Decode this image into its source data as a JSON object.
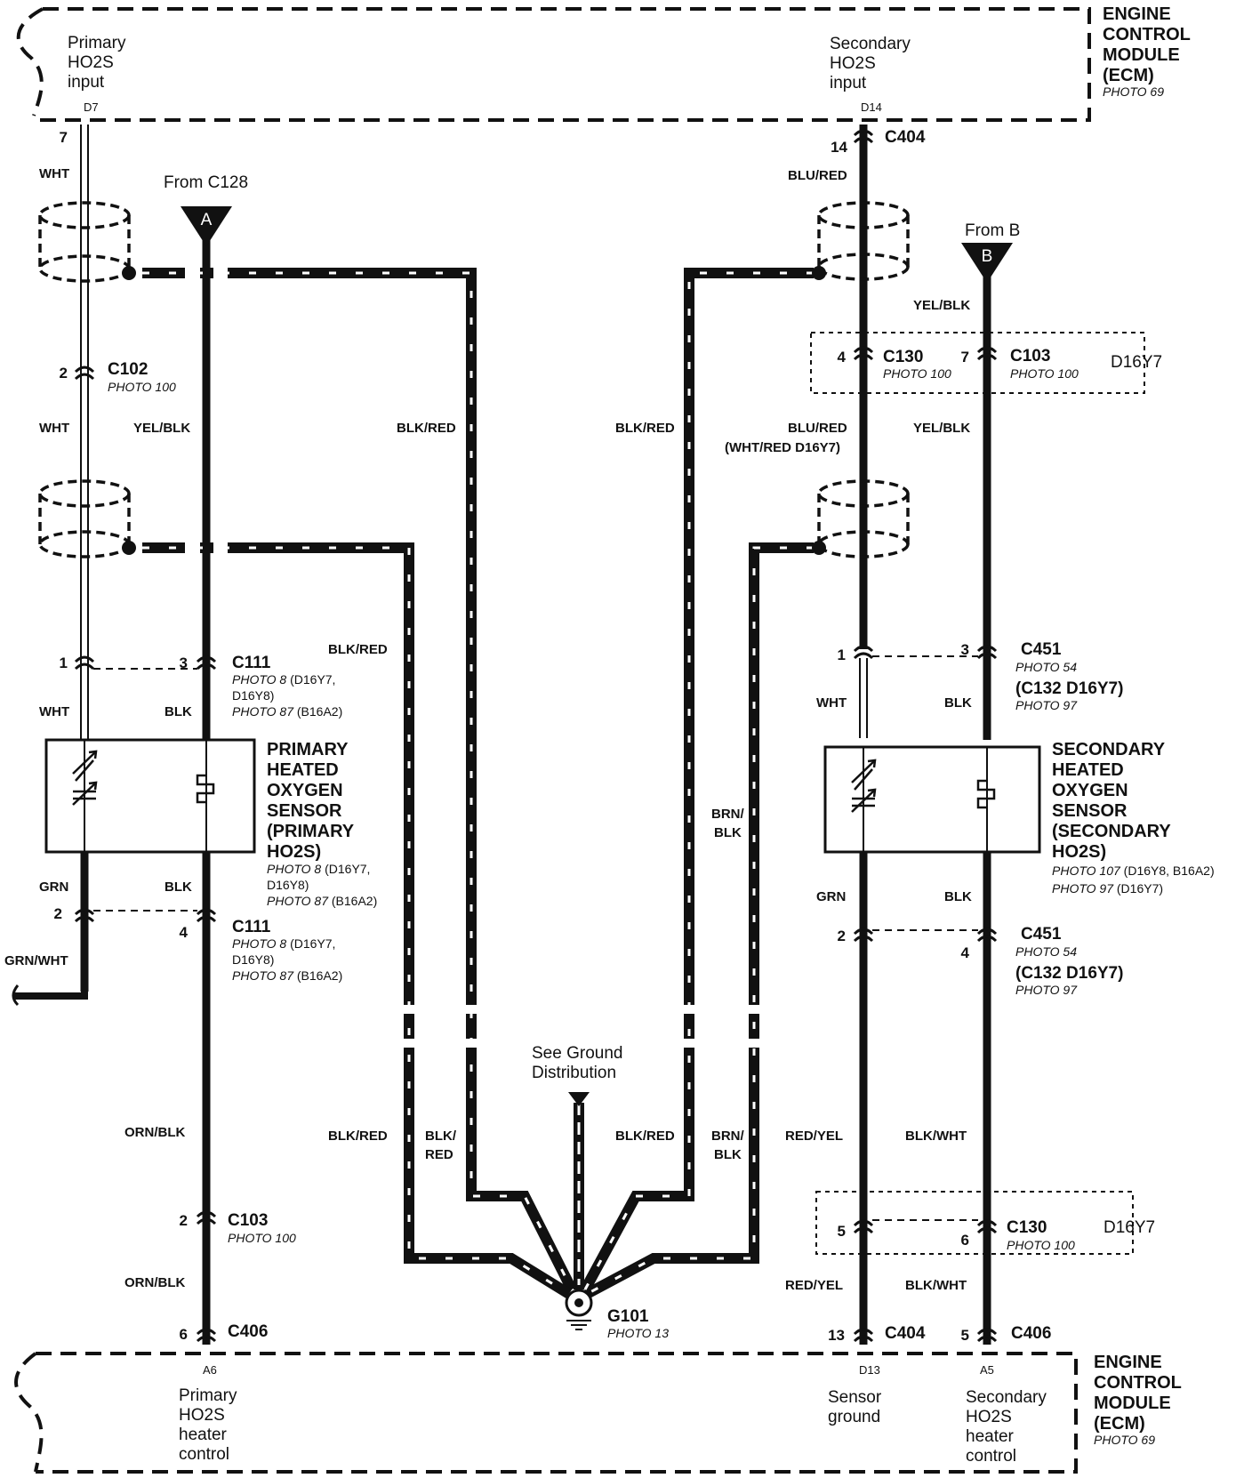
{
  "ecm_top": {
    "title": [
      "ENGINE",
      "CONTROL",
      "MODULE",
      "(ECM)"
    ],
    "photo": "PHOTO 69",
    "primary_input": [
      "Primary",
      "HO2S",
      "input"
    ],
    "primary_cavity": "D7",
    "secondary_input": [
      "Secondary",
      "HO2S",
      "input"
    ],
    "secondary_cavity": "D14"
  },
  "ecm_bottom": {
    "title": [
      "ENGINE",
      "CONTROL",
      "MODULE",
      "(ECM)"
    ],
    "photo": "PHOTO 69",
    "primary_heater": [
      "Primary",
      "HO2S",
      "heater",
      "control"
    ],
    "primary_heater_cavity": "A6",
    "sensor_ground": [
      "Sensor",
      "ground"
    ],
    "sensor_ground_cavity": "D13",
    "secondary_heater": [
      "Secondary",
      "HO2S",
      "heater",
      "control"
    ],
    "secondary_heater_cavity": "A5"
  },
  "primary_sensor": {
    "name": [
      "PRIMARY",
      "HEATED",
      "OXYGEN",
      "SENSOR",
      "(PRIMARY",
      "HO2S)"
    ],
    "photo_lines": [
      [
        "PHOTO 8",
        " (D16Y7,"
      ],
      [
        "",
        "D16Y8)"
      ],
      [
        "PHOTO 87",
        " (B16A2)"
      ]
    ]
  },
  "secondary_sensor": {
    "name": [
      "SECONDARY",
      "HEATED",
      "OXYGEN",
      "SENSOR",
      "(SECONDARY",
      "HO2S)"
    ],
    "photo_lines": [
      [
        "PHOTO 107",
        " (D16Y8, B16A2)"
      ],
      [
        "PHOTO 97",
        " (D16Y7)"
      ]
    ]
  },
  "connectors": {
    "c102": {
      "name": "C102",
      "photo": "PHOTO 100",
      "pin": "2"
    },
    "c111_top": {
      "name": "C111",
      "pins": [
        "1",
        "3"
      ],
      "photo_lines": [
        [
          "PHOTO 8",
          " (D16Y7,"
        ],
        [
          "",
          "D16Y8)"
        ],
        [
          "PHOTO 87",
          " (B16A2)"
        ]
      ]
    },
    "c111_bottom": {
      "name": "C111",
      "pins": [
        "2",
        "4"
      ],
      "photo_lines": [
        [
          "PHOTO 8",
          " (D16Y7,"
        ],
        [
          "",
          "D16Y8)"
        ],
        [
          "PHOTO 87",
          " (B16A2)"
        ]
      ]
    },
    "c103_left": {
      "name": "C103",
      "photo": "PHOTO 100",
      "pin": "2"
    },
    "c406_left": {
      "name": "C406",
      "pin": "6"
    },
    "c404_top": {
      "name": "C404",
      "pin": "14"
    },
    "c130_top": {
      "name": "C130",
      "photo": "PHOTO 100",
      "pin": "4"
    },
    "c103_right": {
      "name": "C103",
      "photo": "PHOTO 100",
      "pin": "7"
    },
    "d16y7_top": "D16Y7",
    "c451_top": {
      "name": "C451",
      "photo": "PHOTO 54",
      "alt": "(C132 D16Y7)",
      "alt_photo": "PHOTO 97",
      "pins": [
        "1",
        "3"
      ]
    },
    "c451_bottom": {
      "name": "C451",
      "photo": "PHOTO 54",
      "alt": "(C132 D16Y7)",
      "alt_photo": "PHOTO 97",
      "pins": [
        "2",
        "4"
      ]
    },
    "c130_bottom": {
      "name": "C130",
      "photo": "PHOTO 100",
      "pins": [
        "5",
        "6"
      ]
    },
    "d16y7_bottom": "D16Y7",
    "c404_bottom": {
      "name": "C404",
      "pin": "13"
    },
    "c406_right": {
      "name": "C406",
      "pin": "5"
    },
    "ecm_pin_top_left": "7"
  },
  "references": {
    "a": {
      "letter": "A",
      "label": "From C128"
    },
    "b": {
      "letter": "B",
      "label": "From B"
    }
  },
  "ground": {
    "name": "G101",
    "photo": "PHOTO 13",
    "note": [
      "See Ground",
      "Distribution"
    ]
  },
  "wire_colors": {
    "wht": "WHT",
    "blk": "BLK",
    "grn": "GRN",
    "grn_wht": "GRN/WHT",
    "yel_blk": "YEL/BLK",
    "orn_blk": "ORN/BLK",
    "blk_red": "BLK/RED",
    "blk_red_2": [
      "BLK/",
      "RED"
    ],
    "brn_blk": [
      "BRN/",
      "BLK"
    ],
    "blu_red": "BLU/RED",
    "wht_red_note": "(WHT/RED D16Y7)",
    "red_yel": "RED/YEL",
    "blk_wht": "BLK/WHT"
  },
  "colors": {
    "ink": "#111111",
    "paper": "#ffffff"
  }
}
